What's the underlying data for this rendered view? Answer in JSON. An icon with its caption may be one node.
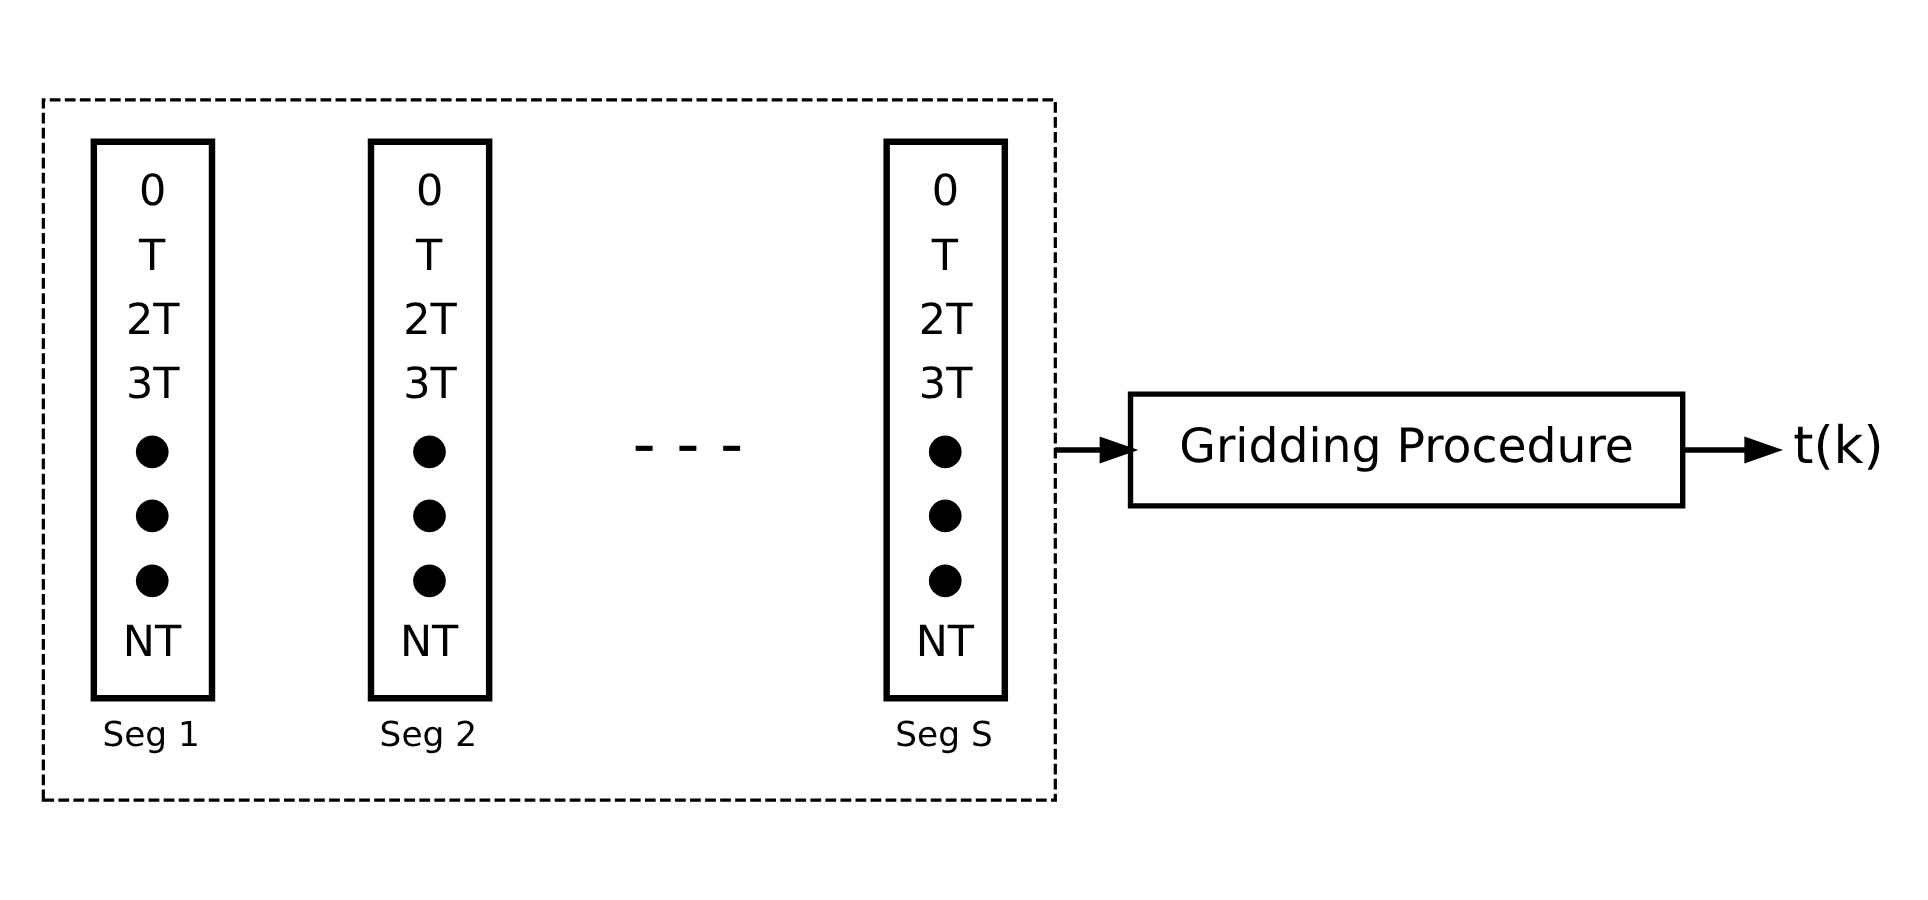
{
  "diagram": {
    "nodes": [
      {
        "text": [],
        "shape": "box"
      },
      {
        "text": [
          "0",
          "T",
          "2T",
          "3T",
          "●",
          "●",
          "●",
          "NT"
        ],
        "in": 0,
        "beside": [
          "Seg 1"
        ]
      },
      {
        "text": [
          "0",
          "T",
          "2T",
          "3T",
          "●",
          "●",
          "●",
          "NT"
        ],
        "in": 0,
        "beside": [
          "Seg 2"
        ]
      },
      {
        "text": [
          "0",
          "T",
          "2T",
          "3T",
          "●",
          "●",
          "●",
          "NT"
        ],
        "in": 0,
        "beside": [
          "Seg S"
        ]
      },
      {
        "text": [
          "Gridding Procedure"
        ]
      },
      {
        "text": [
          "t(k)"
        ]
      }
    ],
    "edges": [
      {
        "from": 0,
        "to": 4,
        "arrow": "to"
      },
      {
        "from": 4,
        "to": 5,
        "arrow": "to"
      }
    ],
    "labels": [
      "- - -"
    ]
  }
}
